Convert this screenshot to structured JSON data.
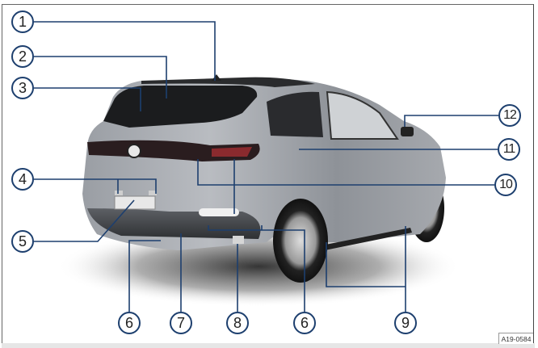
{
  "figure": {
    "id": "A19-0584",
    "subject": "Vehicle exterior overview, rear-side view (Volkswagen ID.4)",
    "line_color": "#1d3f6e",
    "callouts": [
      {
        "num": "1",
        "label": "1"
      },
      {
        "num": "2",
        "label": "2"
      },
      {
        "num": "3",
        "label": "3"
      },
      {
        "num": "4",
        "label": "4"
      },
      {
        "num": "5",
        "label": "5"
      },
      {
        "num": "6",
        "label": "6"
      },
      {
        "num": "7",
        "label": "7"
      },
      {
        "num": "8",
        "label": "8"
      },
      {
        "num": "6b",
        "label": "6"
      },
      {
        "num": "9",
        "label": "9"
      },
      {
        "num": "10",
        "label": "10"
      },
      {
        "num": "11",
        "label": "11"
      },
      {
        "num": "12",
        "label": "12"
      }
    ]
  }
}
